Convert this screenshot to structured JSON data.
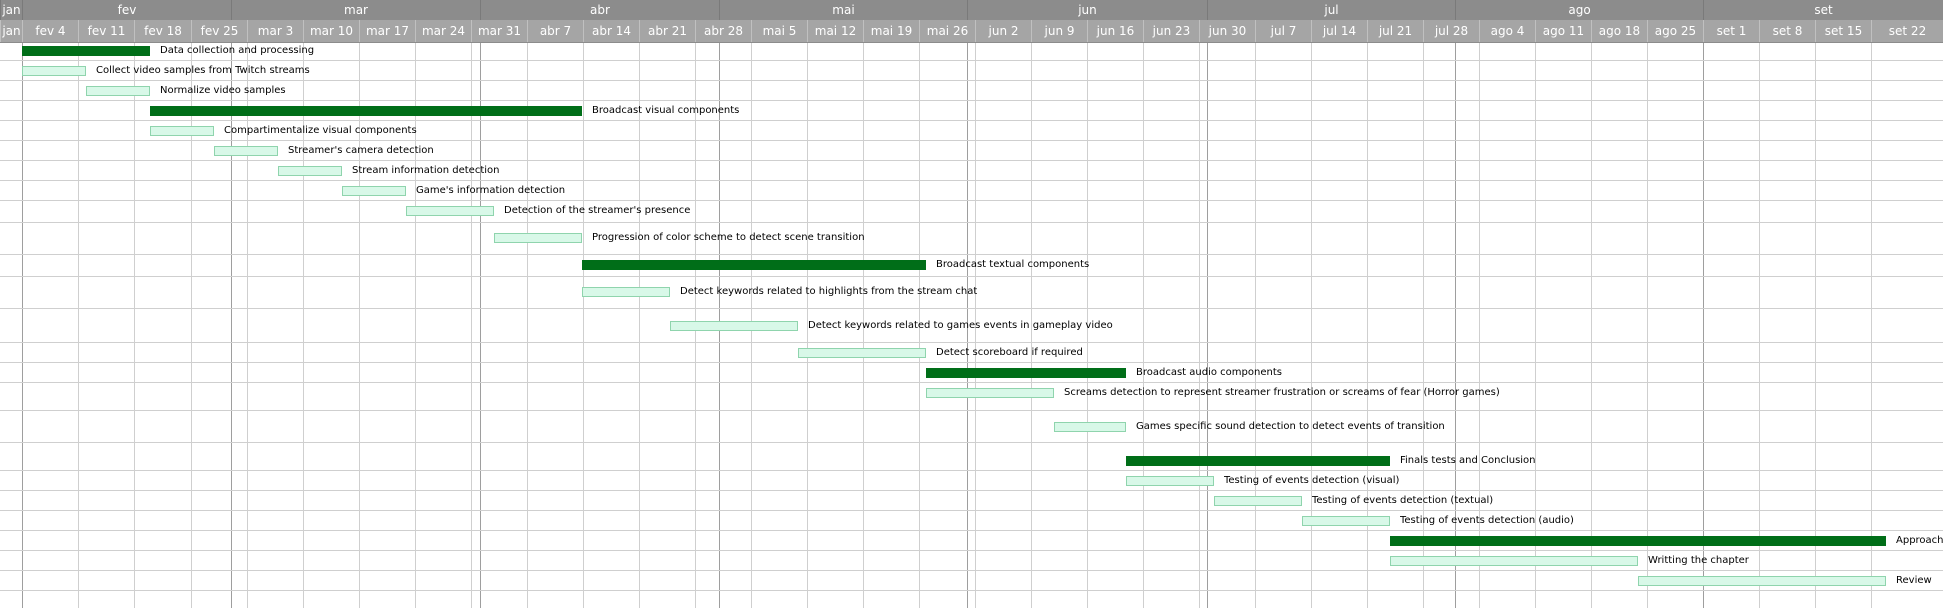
{
  "timeline": {
    "months": [
      "jan",
      "fev",
      "mar",
      "abr",
      "mai",
      "jun",
      "jul",
      "ago",
      "set"
    ],
    "weeks": [
      "jan",
      "fev 4",
      "fev 11",
      "fev 18",
      "fev 25",
      "mar 3",
      "mar 10",
      "mar 17",
      "mar 24",
      "mar 31",
      "abr 7",
      "abr 14",
      "abr 21",
      "abr 28",
      "mai 5",
      "mai 12",
      "mai 19",
      "mai 26",
      "jun 2",
      "jun 9",
      "jun 16",
      "jun 23",
      "jun 30",
      "jul 7",
      "jul 14",
      "jul 21",
      "jul 28",
      "ago 4",
      "ago 11",
      "ago 18",
      "ago 25",
      "set 1",
      "set 8",
      "set 15",
      "set 22"
    ]
  },
  "tasks": [
    {
      "name": "Data collection and processing",
      "type": "summary"
    },
    {
      "name": "Collect video samples from Twitch streams",
      "type": "task"
    },
    {
      "name": "Normalize video samples",
      "type": "task"
    },
    {
      "name": "Broadcast visual components",
      "type": "summary"
    },
    {
      "name": "Compartimentalize visual components",
      "type": "task"
    },
    {
      "name": "Streamer's camera detection",
      "type": "task"
    },
    {
      "name": "Stream information detection",
      "type": "task"
    },
    {
      "name": "Game's information detection",
      "type": "task"
    },
    {
      "name": "Detection of the streamer's presence",
      "type": "task"
    },
    {
      "name": "Progression of color scheme to detect scene transition",
      "type": "task"
    },
    {
      "name": "Broadcast textual components",
      "type": "summary"
    },
    {
      "name": "Detect keywords related to highlights from the stream chat",
      "type": "task"
    },
    {
      "name": "Detect keywords related to games events in gameplay video",
      "type": "task"
    },
    {
      "name": "Detect scoreboard if required",
      "type": "task"
    },
    {
      "name": "Broadcast audio components",
      "type": "summary"
    },
    {
      "name": "Screams detection to represent streamer frustration or screams of fear (Horror games)",
      "type": "task"
    },
    {
      "name": "Games specific sound detection to detect events of transition",
      "type": "task"
    },
    {
      "name": "Finals tests and Conclusion",
      "type": "summary"
    },
    {
      "name": "Testing of events detection (visual)",
      "type": "task"
    },
    {
      "name": "Testing of events detection (textual)",
      "type": "task"
    },
    {
      "name": "Testing of events detection (audio)",
      "type": "task"
    },
    {
      "name": "Approach",
      "type": "summary"
    },
    {
      "name": "Writting the chapter",
      "type": "task"
    },
    {
      "name": "Review",
      "type": "task"
    }
  ],
  "colors": {
    "summary_bar": "#006e18",
    "task_bar_fill": "#d8f8e8",
    "task_bar_border": "#8fd4ad",
    "header_month": "#8c8c8c",
    "header_week": "#a5a5a5"
  }
}
